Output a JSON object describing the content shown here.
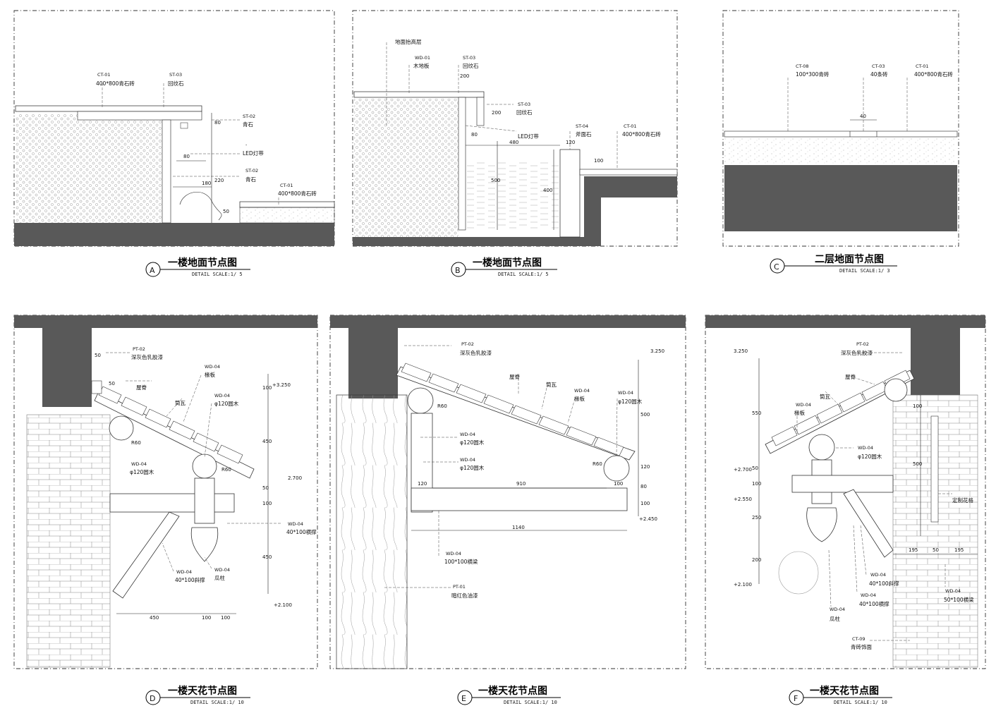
{
  "details": [
    {
      "id": "A",
      "title": "一楼地面节点图",
      "scale": "DETAIL    SCALE:1/  5"
    },
    {
      "id": "B",
      "title": "一楼地面节点图",
      "scale": "DETAIL    SCALE:1/  5"
    },
    {
      "id": "C",
      "title": "二层地面节点图",
      "scale": "DETAIL    SCALE:1/  3"
    },
    {
      "id": "D",
      "title": "一楼天花节点图",
      "scale": "DETAIL    SCALE:1/ 10"
    },
    {
      "id": "E",
      "title": "一楼天花节点图",
      "scale": "DETAIL    SCALE:1/ 10"
    },
    {
      "id": "F",
      "title": "一楼天花节点图",
      "scale": "DETAIL    SCALE:1/ 10"
    }
  ],
  "notes": {
    "a": [
      {
        "code": "CT-01",
        "text": "400*800青石砖"
      },
      {
        "code": "ST-03",
        "text": "回纹石"
      },
      {
        "code": "ST-02",
        "text": "青石"
      },
      {
        "code": "-",
        "text": "LED灯带"
      },
      {
        "code": "ST-02",
        "text": "青石"
      },
      {
        "code": "CT-01",
        "text": "400*800青石砖"
      }
    ],
    "a_dims": [
      "80",
      "80",
      "180",
      "220",
      "50"
    ],
    "b": [
      {
        "code": "-",
        "text": "地面抬高层"
      },
      {
        "code": "WD-01",
        "text": "木地板"
      },
      {
        "code": "ST-03",
        "text": "回纹石"
      },
      {
        "code": "ST-03",
        "text": "回纹石"
      },
      {
        "code": "-",
        "text": "LED灯带"
      },
      {
        "code": "ST-04",
        "text": "斧面石"
      },
      {
        "code": "CT-01",
        "text": "400*800青石砖"
      }
    ],
    "b_dims": [
      "200",
      "200",
      "80",
      "480",
      "120",
      "100",
      "500",
      "400"
    ],
    "c": [
      {
        "code": "CT-08",
        "text": "100*300青砖"
      },
      {
        "code": "CT-03",
        "text": "40条砖"
      },
      {
        "code": "CT-01",
        "text": "400*800青石砖"
      }
    ],
    "c_dims": [
      "40"
    ],
    "d": [
      {
        "code": "PT-02",
        "text": "深灰色乳胶漆"
      },
      {
        "code": "-",
        "text": "屋脊"
      },
      {
        "code": "WD-04",
        "text": "椽板"
      },
      {
        "code": "-",
        "text": "筒瓦"
      },
      {
        "code": "WD-04",
        "text": "φ120圆木"
      },
      {
        "code": "WD-04",
        "text": "φ120圆木"
      },
      {
        "code": "WD-04",
        "text": "40*100横撑"
      },
      {
        "code": "WD-04",
        "text": "40*100斜撑"
      },
      {
        "code": "WD-04",
        "text": "瓜柱"
      }
    ],
    "d_dims": [
      "50",
      "50",
      "R60",
      "R60",
      "100",
      "450",
      "50",
      "100",
      "450",
      "450",
      "100",
      "100"
    ],
    "d_levels": [
      "+3.250",
      "2.700",
      "+2.100"
    ],
    "e": [
      {
        "code": "PT-02",
        "text": "深灰色乳胶漆"
      },
      {
        "code": "-",
        "text": "屋脊"
      },
      {
        "code": "-",
        "text": "筒瓦"
      },
      {
        "code": "WD-04",
        "text": "椽板"
      },
      {
        "code": "WD-04",
        "text": "φ120圆木"
      },
      {
        "code": "WD-04",
        "text": "φ120圆木"
      },
      {
        "code": "WD-04",
        "text": "φ120圆木"
      },
      {
        "code": "WD-04",
        "text": "100*100横梁"
      },
      {
        "code": "PT-01",
        "text": "暗红色油漆"
      }
    ],
    "e_dims": [
      "R60",
      "R60",
      "120",
      "910",
      "100",
      "1140",
      "500",
      "120",
      "80",
      "100"
    ],
    "e_levels": [
      "3.250",
      "+2.450"
    ],
    "f": [
      {
        "code": "PT-02",
        "text": "深灰色乳胶漆"
      },
      {
        "code": "-",
        "text": "屋脊"
      },
      {
        "code": "-",
        "text": "筒瓦"
      },
      {
        "code": "WD-04",
        "text": "椽板"
      },
      {
        "code": "WD-04",
        "text": "φ120圆木"
      },
      {
        "code": "-",
        "text": "定制花格"
      },
      {
        "code": "WD-04",
        "text": "40*100斜撑"
      },
      {
        "code": "WD-04",
        "text": "40*100横撑"
      },
      {
        "code": "WD-04",
        "text": "50*100横梁"
      },
      {
        "code": "WD-04",
        "text": "瓜柱"
      },
      {
        "code": "CT-09",
        "text": "青砖饰面"
      }
    ],
    "f_dims": [
      "550",
      "50",
      "100",
      "250",
      "200",
      "100",
      "500",
      "195",
      "50",
      "195"
    ],
    "f_levels": [
      "3.250",
      "+2.700",
      "+2.550",
      "+2.100"
    ]
  }
}
